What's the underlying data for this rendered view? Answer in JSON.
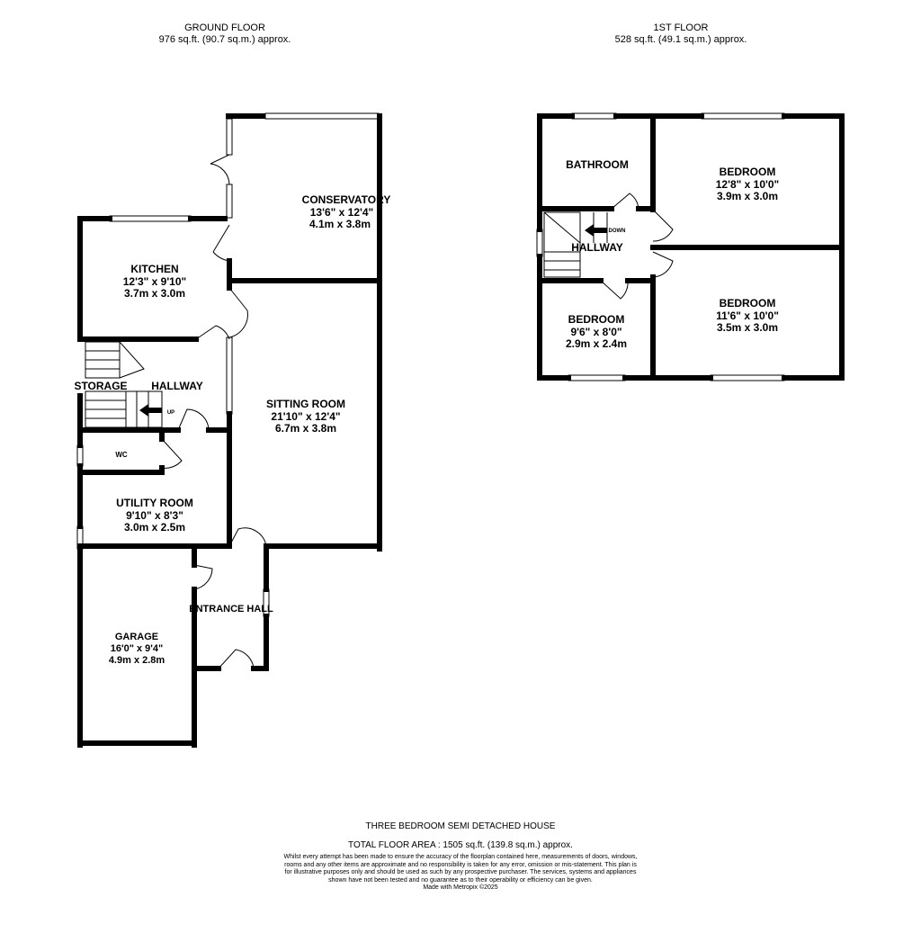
{
  "ground_floor": {
    "title": "GROUND FLOOR",
    "area": "976 sq.ft. (90.7 sq.m.) approx.",
    "rooms": [
      {
        "name": "CONSERVATORY",
        "imperial": "13'6\" x 12'4\"",
        "metric": "4.1m x 3.8m"
      },
      {
        "name": "KITCHEN",
        "imperial": "12'3\" x 9'10\"",
        "metric": "3.7m x 3.0m"
      },
      {
        "name": "SITTING ROOM",
        "imperial": "21'10\" x 12'4\"",
        "metric": "6.7m x 3.8m"
      },
      {
        "name": "UTILITY ROOM",
        "imperial": "9'10\" x 8'3\"",
        "metric": "3.0m x 2.5m"
      },
      {
        "name": "GARAGE",
        "imperial": "16'0\" x 9'4\"",
        "metric": "4.9m x 2.8m"
      }
    ],
    "labels": {
      "storage": "STORAGE",
      "hallway": "HALLWAY",
      "wc": "WC",
      "entrance": "ENTRANCE HALL",
      "up": "UP"
    }
  },
  "first_floor": {
    "title": "1ST FLOOR",
    "area": "528 sq.ft. (49.1 sq.m.) approx.",
    "rooms": [
      {
        "name": "BEDROOM",
        "imperial": "12'8\" x 10'0\"",
        "metric": "3.9m x 3.0m"
      },
      {
        "name": "BEDROOM",
        "imperial": "11'6\" x 10'0\"",
        "metric": "3.5m x 3.0m"
      },
      {
        "name": "BEDROOM",
        "imperial": "9'6\" x 8'0\"",
        "metric": "2.9m x 2.4m"
      }
    ],
    "labels": {
      "bathroom": "BATHROOM",
      "hallway": "HALLWAY",
      "down": "DOWN"
    }
  },
  "footer": {
    "title": "THREE BEDROOM SEMI DETACHED HOUSE",
    "total": "TOTAL FLOOR AREA : 1505 sq.ft. (139.8 sq.m.) approx.",
    "disclaimer": "Whilst every attempt has been made to ensure the accuracy of the floorplan contained here, measurements of doors, windows, rooms and any other items are approximate and no responsibility is taken for any error, omission or mis-statement. This plan is for illustrative purposes only and should be used as such by any prospective purchaser. The services, systems and appliances shown have not been tested and no guarantee as to their operability or efficiency can be given.",
    "credit": "Made with Metropix ©2025"
  }
}
